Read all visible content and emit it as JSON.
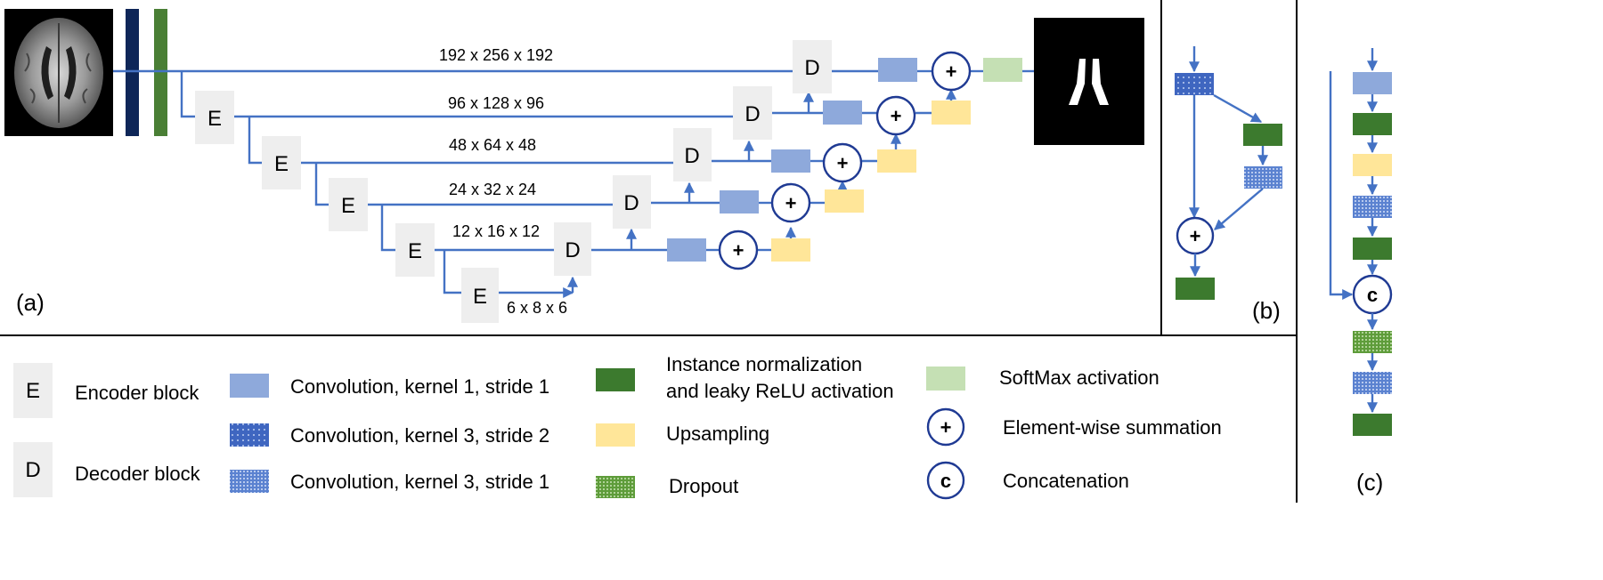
{
  "panels": {
    "a": "(a)",
    "b": "(b)",
    "c": "(c)"
  },
  "blocks": {
    "encoder": "E",
    "decoder": "D"
  },
  "symbols": {
    "sum": "+",
    "concat": "c"
  },
  "dimensions": [
    "192 x 256 x 192",
    "96 x 128 x 96",
    "48 x  64 x 48",
    "24 x  32 x 24",
    "12 x  16 x 12",
    "6 x 8 x 6"
  ],
  "legend": {
    "encoder": "Encoder block",
    "decoder": "Decoder block",
    "conv1": "Convolution, kernel 1, stride 1",
    "conv3s2": "Convolution, kernel 3, stride 2",
    "conv3s1": "Convolution, kernel 3, stride 1",
    "instnorm_line1": "Instance normalization",
    "instnorm_line2": "and leaky ReLU activation",
    "upsampling": "Upsampling",
    "dropout": "Dropout",
    "softmax": "SoftMax activation",
    "summation": "Element-wise summation",
    "concatenation": "Concatenation"
  },
  "colors": {
    "line": "#4472C4",
    "conv1": "#8EA9DB",
    "conv3": "#4472C4",
    "instnorm": "#3C7A2E",
    "upsampling": "#FFE699",
    "softmax": "#C5E0B4",
    "dropout": "#70AD47",
    "block_bg": "#EEEEEE",
    "dark_navy": "#0E2658"
  }
}
